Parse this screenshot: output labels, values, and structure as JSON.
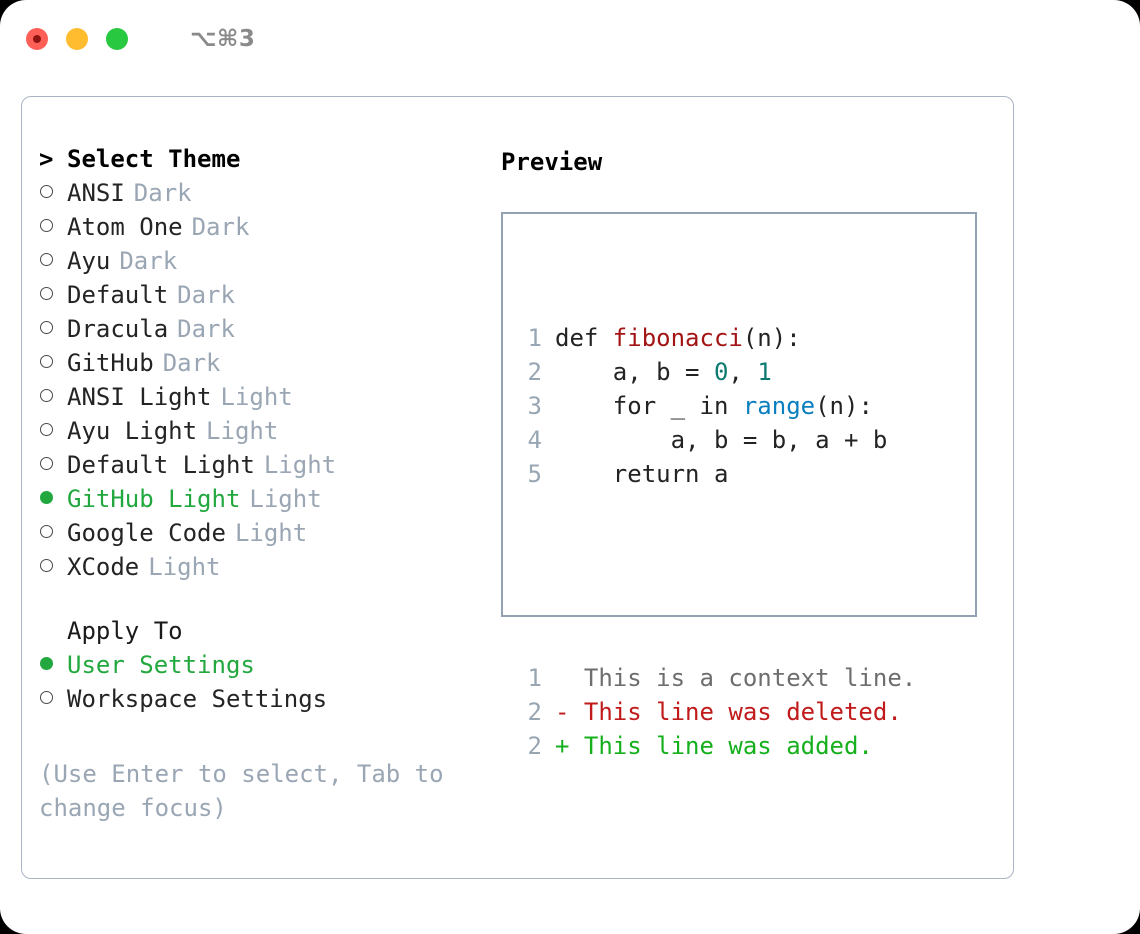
{
  "titlebar": {
    "shortcut": "⌥⌘3",
    "buttons": [
      "close",
      "minimize",
      "maximize"
    ]
  },
  "theme_panel": {
    "heading_marker": ">",
    "heading": "Select Theme",
    "items": [
      {
        "marker": "ring",
        "name": "ANSI",
        "tag": "Dark",
        "selected": false
      },
      {
        "marker": "ring",
        "name": "Atom One",
        "tag": "Dark",
        "selected": false
      },
      {
        "marker": "ring",
        "name": "Ayu",
        "tag": "Dark",
        "selected": false
      },
      {
        "marker": "ring",
        "name": "Default",
        "tag": "Dark",
        "selected": false
      },
      {
        "marker": "ring",
        "name": "Dracula",
        "tag": "Dark",
        "selected": false
      },
      {
        "marker": "ring",
        "name": "GitHub",
        "tag": "Dark",
        "selected": false
      },
      {
        "marker": "ring",
        "name": "ANSI Light",
        "tag": "Light",
        "selected": false
      },
      {
        "marker": "ring",
        "name": "Ayu Light",
        "tag": "Light",
        "selected": false
      },
      {
        "marker": "ring",
        "name": "Default Light",
        "tag": "Light",
        "selected": false
      },
      {
        "marker": "dot",
        "name": "GitHub Light",
        "tag": "Light",
        "selected": true
      },
      {
        "marker": "ring",
        "name": "Google Code",
        "tag": "Light",
        "selected": false
      },
      {
        "marker": "ring",
        "name": "XCode",
        "tag": "Light",
        "selected": false
      }
    ]
  },
  "apply_to": {
    "heading": "Apply To",
    "options": [
      {
        "marker": "dot",
        "name": "User Settings",
        "selected": true
      },
      {
        "marker": "ring",
        "name": "Workspace Settings",
        "selected": false
      }
    ]
  },
  "hint": "(Use Enter to select, Tab to change focus)",
  "preview": {
    "title": "Preview",
    "code_lines": [
      {
        "num": "1",
        "tokens": [
          {
            "text": "def ",
            "cls": "tok-plain"
          },
          {
            "text": "fibonacci",
            "cls": "tok-fn"
          },
          {
            "text": "(n):",
            "cls": "tok-plain"
          }
        ]
      },
      {
        "num": "2",
        "tokens": [
          {
            "text": "    a, b = ",
            "cls": "tok-plain"
          },
          {
            "text": "0",
            "cls": "tok-num"
          },
          {
            "text": ", ",
            "cls": "tok-plain"
          },
          {
            "text": "1",
            "cls": "tok-num"
          }
        ]
      },
      {
        "num": "3",
        "tokens": [
          {
            "text": "    for _ in ",
            "cls": "tok-plain"
          },
          {
            "text": "range",
            "cls": "tok-call"
          },
          {
            "text": "(n):",
            "cls": "tok-plain"
          }
        ]
      },
      {
        "num": "4",
        "tokens": [
          {
            "text": "        a, b = b, a + b",
            "cls": "tok-plain"
          }
        ]
      },
      {
        "num": "5",
        "tokens": [
          {
            "text": "    return a",
            "cls": "tok-plain"
          }
        ]
      }
    ],
    "diff_lines": [
      {
        "num": "1",
        "text": "  This is a context line.",
        "cls": "diff-ctx"
      },
      {
        "num": "2",
        "text": "- This line was deleted.",
        "cls": "diff-del"
      },
      {
        "num": "2",
        "text": "+ This line was added.",
        "cls": "diff-add"
      }
    ]
  },
  "colors": {
    "accent_green": "#22a83f",
    "muted": "#9aa6b4",
    "border": "#93a2b2",
    "fn_red": "#a31515",
    "num_teal": "#0d7a72",
    "call_blue": "#0a7fbf",
    "diff_del": "#c01a1a",
    "diff_add": "#16b01d"
  }
}
